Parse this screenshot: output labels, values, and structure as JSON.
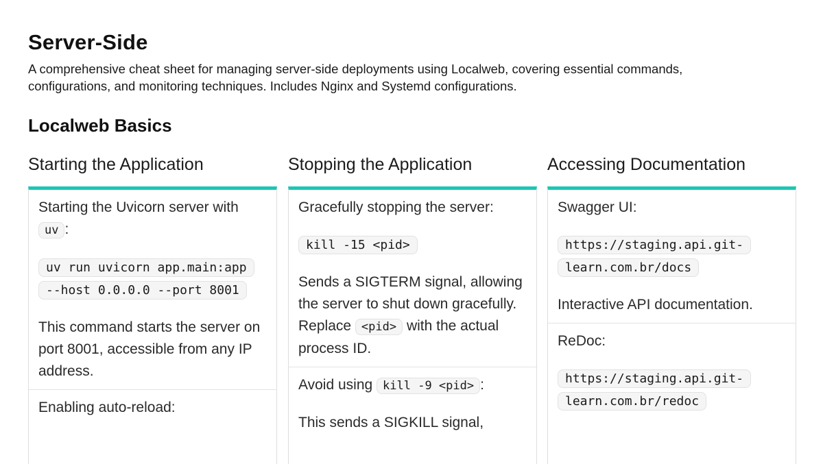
{
  "page": {
    "title": "Server-Side",
    "description": "A comprehensive cheat sheet for managing server-side deployments using Localweb, covering essential commands, configurations, and monitoring techniques. Includes Nginx and Systemd configurations."
  },
  "section": {
    "title": "Localweb Basics"
  },
  "accent_color": "#1cc7b4",
  "columns": [
    {
      "heading": "Starting the Application",
      "blocks": [
        {
          "intro_before": "Starting the Uvicorn server with",
          "intro_code": "uv",
          "intro_after": ":",
          "code_line1": "uv run uvicorn app.main:app",
          "code_line2": "--host 0.0.0.0 --port 8001",
          "desc": "This command starts the server on port 8001, accessible from any IP address."
        },
        {
          "intro": "Enabling auto-reload:"
        }
      ]
    },
    {
      "heading": "Stopping the Application",
      "blocks": [
        {
          "intro": "Gracefully stopping the server:",
          "code": "kill -15 <pid>",
          "desc_before": "Sends a SIGTERM signal, allowing the server to shut down gracefully. Replace",
          "desc_code": "<pid>",
          "desc_after": "with the actual process ID."
        },
        {
          "intro_before": "Avoid using",
          "intro_code": "kill -9 <pid>",
          "intro_after": ":",
          "desc": "This sends a SIGKILL signal,"
        }
      ]
    },
    {
      "heading": "Accessing Documentation",
      "blocks": [
        {
          "intro": "Swagger UI:",
          "code_line1": "https://staging.api.git-",
          "code_line2": "learn.com.br/docs",
          "desc": "Interactive API documentation."
        },
        {
          "intro": "ReDoc:",
          "code_line1": "https://staging.api.git-",
          "code_line2": "learn.com.br/redoc"
        }
      ]
    }
  ]
}
